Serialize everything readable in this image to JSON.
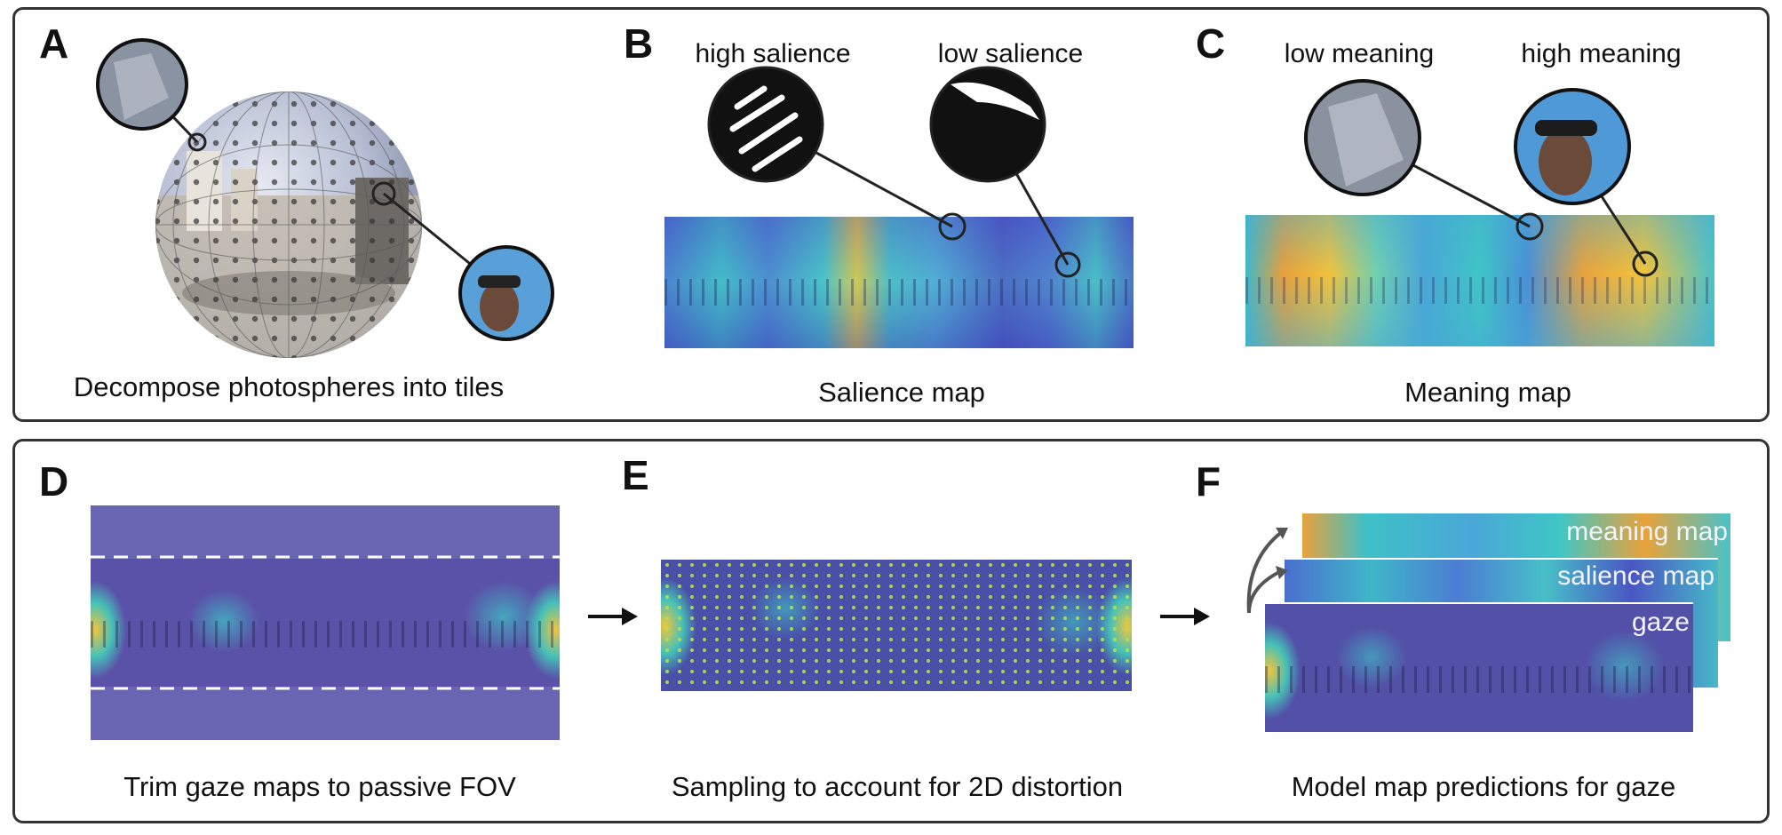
{
  "panels": {
    "A": {
      "letter": "A",
      "caption": "Decompose photospheres into tiles"
    },
    "B": {
      "letter": "B",
      "caption": "Salience map",
      "left_label": "high salience",
      "right_label": "low salience"
    },
    "C": {
      "letter": "C",
      "caption": "Meaning map",
      "left_label": "low meaning",
      "right_label": "high meaning"
    },
    "D": {
      "letter": "D",
      "caption": "Trim gaze maps to passive FOV"
    },
    "E": {
      "letter": "E",
      "caption": "Sampling to account for 2D distortion"
    },
    "F": {
      "letter": "F",
      "caption": "Model map predictions for gaze",
      "layers": {
        "top": "meaning map",
        "middle": "salience map",
        "bottom": "gaze"
      }
    }
  },
  "colors": {
    "border": "#333333",
    "heat_low": "#4a4fb8",
    "heat_mid": "#3fc0d8",
    "heat_high": "#f2c12e",
    "sphere": "#c9cfe0"
  }
}
